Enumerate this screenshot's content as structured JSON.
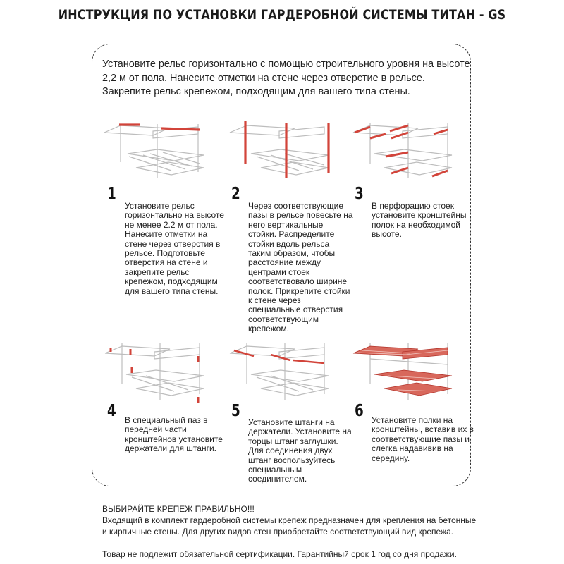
{
  "title": "ИНСТРУКЦИЯ ПО УСТАНОВКИ ГАРДЕРОБНОЙ СИСТЕМЫ ТИТАН - GS",
  "intro": [
    "Установите рельс горизонтально с помощью строительного уровня на высоте",
    "2,2 м от пола. Нанесите отметки на стене через отверстие в рельсе.",
    "Закрепите рельс крепежом, подходящим для вашего типа стены."
  ],
  "steps": [
    {
      "number": "1",
      "lines": [
        "Установите рельс",
        "горизонтально на высоте",
        "не менее 2.2 м от пола.",
        "Нанесите отметки на",
        "стене через отверстия в",
        "рельсе. Подготовьте",
        "отверстия на стене и",
        "закрепите рельс",
        "крепежом, подходящим",
        "для вашего типа стены."
      ]
    },
    {
      "number": "2",
      "lines": [
        "Через соответствующие",
        "пазы в рельсе повесьте на",
        "него вертикальные",
        "стойки. Распределите",
        "стойки вдоль рельса",
        "таким образом, чтобы",
        "расстояние между",
        "центрами стоек",
        "соответствовало ширине",
        "полок. Прикрепите стойки",
        "к стене через",
        "специальные отверстия",
        "соответствующим",
        "крепежом."
      ]
    },
    {
      "number": "3",
      "lines": [
        "В перфорацию стоек",
        "установите кронштейны",
        "полок на необходимой",
        "высоте."
      ]
    },
    {
      "number": "4",
      "lines": [
        "В специальный паз в",
        "передней части",
        "кронштейнов установите",
        "держатели для штанги."
      ]
    },
    {
      "number": "5",
      "lines": [
        "Установите штанги на",
        "держатели. Установите на",
        "торцы штанг заглушки.",
        "Для соединения двух",
        "штанг воспользуйтесь",
        "специальным",
        "соединителем."
      ]
    },
    {
      "number": "6",
      "lines": [
        "Установите полки на",
        "кронштейны, вставив их в",
        "соответствующие пазы и",
        "слегка надавивив на",
        "середину."
      ]
    }
  ],
  "footer": {
    "heading": "ВЫБИРАЙТЕ КРЕПЕЖ ПРАВИЛЬНО!!!",
    "lines": [
      "Входящий в комплект гардеробной системы крепеж предназначен для крепления на бетонные",
      "и кирпичные стены. Для других видов стен приобретайте соответствующий вид крепежа."
    ],
    "note": "Товар не подлежит обязательной сертификации. Гарантийный срок 1 год со дня продажи."
  },
  "colors": {
    "accent": "#d2443a",
    "frame": "#333333",
    "outline": "#bdbdbd"
  }
}
